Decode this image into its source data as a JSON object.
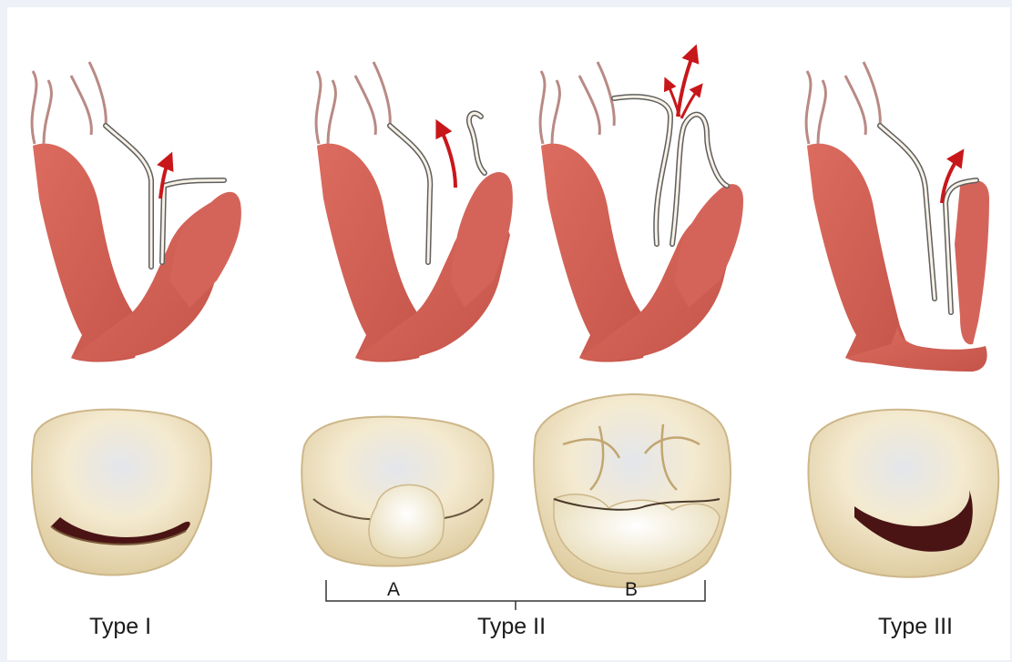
{
  "figure": {
    "type_labels": {
      "type1": "Type I",
      "type2": "Type II",
      "type3": "Type III"
    },
    "subtype_labels": {
      "a": "A",
      "b": "B"
    },
    "colors": {
      "myocardium": "#d9675a",
      "myocardium_dark": "#b94b42",
      "leaflet_outline": "#6b5f57",
      "flow_arrow": "#c8171b",
      "valve_cream": "#f3e7c7",
      "valve_shadow": "#d9c59a",
      "orifice": "#4a1414"
    },
    "icons": [
      "flow-arrow-icon"
    ]
  }
}
